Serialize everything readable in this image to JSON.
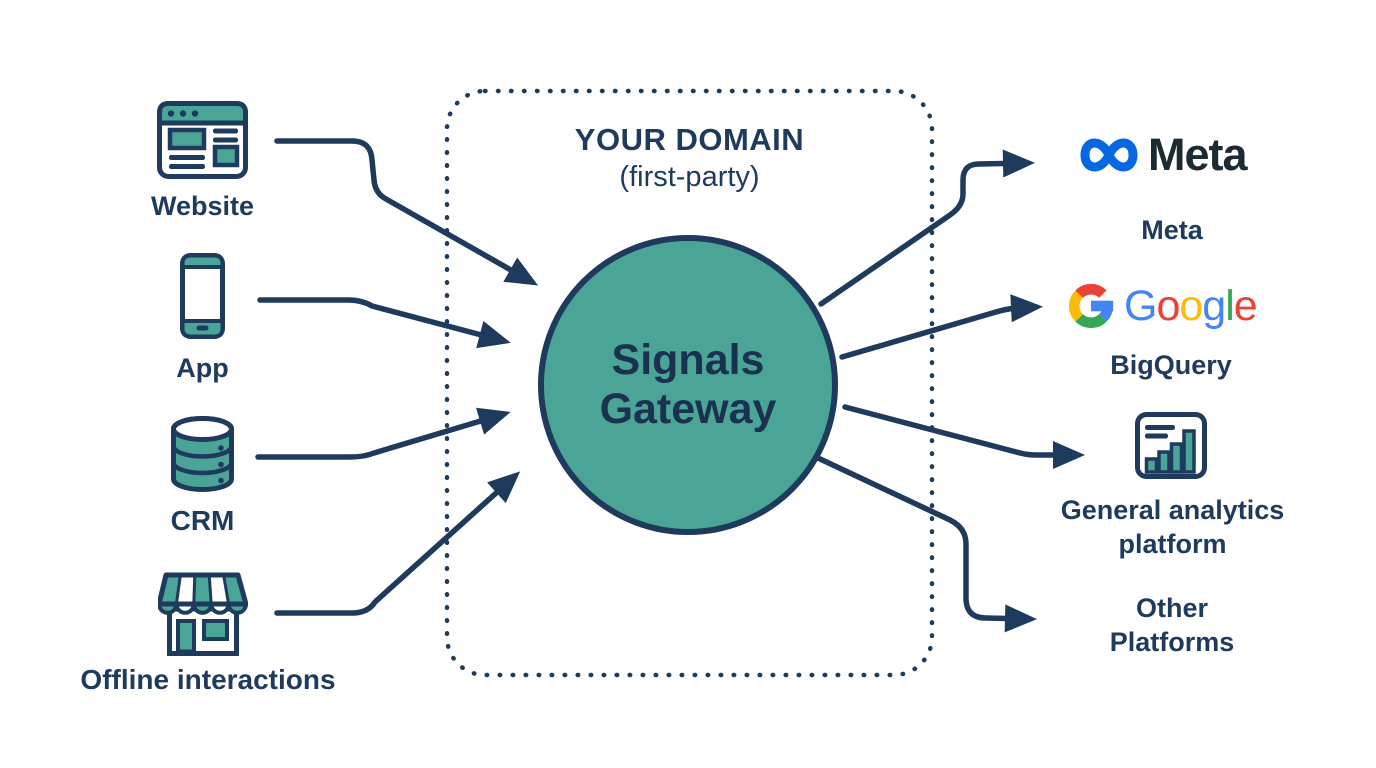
{
  "domain_box": {
    "title": "YOUR DOMAIN",
    "subtitle": "(first-party)"
  },
  "gateway": {
    "label": "Signals Gateway"
  },
  "sources": [
    {
      "label": "Website",
      "icon": "website-browser-icon"
    },
    {
      "label": "App",
      "icon": "mobile-app-icon"
    },
    {
      "label": "CRM",
      "icon": "crm-database-icon"
    },
    {
      "label": "Offline interactions",
      "icon": "offline-store-icon"
    }
  ],
  "destinations": [
    {
      "label": "Meta",
      "logo": "meta-logo",
      "wordmark": "Meta"
    },
    {
      "label": "BigQuery",
      "logo": "google-logo",
      "wordmark_letters": [
        "G",
        "o",
        "o",
        "g",
        "l",
        "e"
      ]
    },
    {
      "label": "General analytics platform",
      "icon": "analytics-chart-icon"
    },
    {
      "label": "Other Platforms"
    }
  ],
  "colors": {
    "navy": "#1E3A5C",
    "teal": "#4AA596",
    "meta_blue": "#0668E1",
    "meta_wordmark": "#1C2B33",
    "google_blue": "#4285F4",
    "google_red": "#EA4335",
    "google_yellow": "#FBBC05",
    "google_green": "#34A853",
    "background": "#FFFFFF"
  }
}
